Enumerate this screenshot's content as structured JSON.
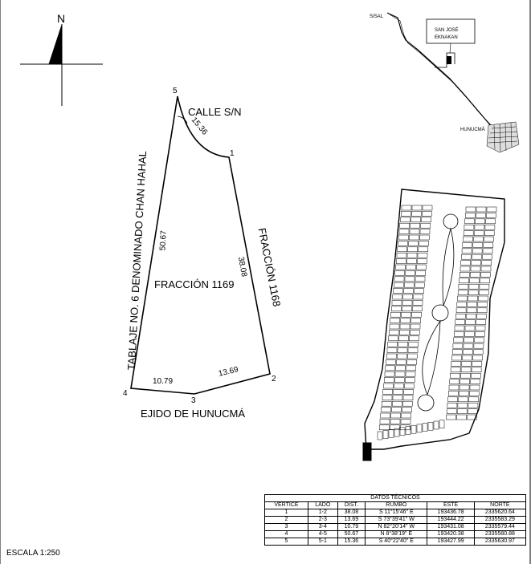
{
  "north": {
    "label": "N"
  },
  "survey": {
    "vertex_labels": [
      "1",
      "2",
      "3",
      "4",
      "5"
    ],
    "parcel": "FRACCIÓN 1169",
    "street": "CALLE S/N",
    "east_neighbor": "FRACCIÓN 1168",
    "west_neighbor": "TABLAJE NO. 6 DENOMINADO CHAN HAHAL",
    "south_neighbor": "EJIDO DE HUNUCMÁ",
    "sides": {
      "s12": "38.08",
      "s23": "13.69",
      "s34": "10.79",
      "s45": "50.67",
      "s51": "15.36"
    }
  },
  "location_map": {
    "sisal": "SISAL",
    "san_jose": [
      "SAN JOSÉ",
      "EKNAKAN"
    ],
    "hunucma": "HUNUCMÁ"
  },
  "tech_table": {
    "title": "DATOS TÉCNICOS",
    "headers": [
      "VERTICE",
      "LADO",
      "DIST.",
      "RUMBO",
      "ESTE",
      "NORTE"
    ],
    "rows": [
      [
        "1",
        "1-2",
        "38.08",
        "S 11°15'46\" E",
        "193436.78",
        "2335620.64"
      ],
      [
        "2",
        "2-3",
        "13.69",
        "S 73°39'41\" W",
        "193444.22",
        "2335583.29"
      ],
      [
        "3",
        "3-4",
        "10.79",
        "N 82°20'14\" W",
        "193431.08",
        "2335579.44"
      ],
      [
        "4",
        "4-5",
        "50.67",
        "N 8°38'19\" E",
        "193420.38",
        "2335580.88"
      ],
      [
        "5",
        "5-1",
        "15.36",
        "S 40°22'40\" E",
        "193427.99",
        "2335630.97"
      ]
    ]
  },
  "scale": "ESCALA 1:250"
}
